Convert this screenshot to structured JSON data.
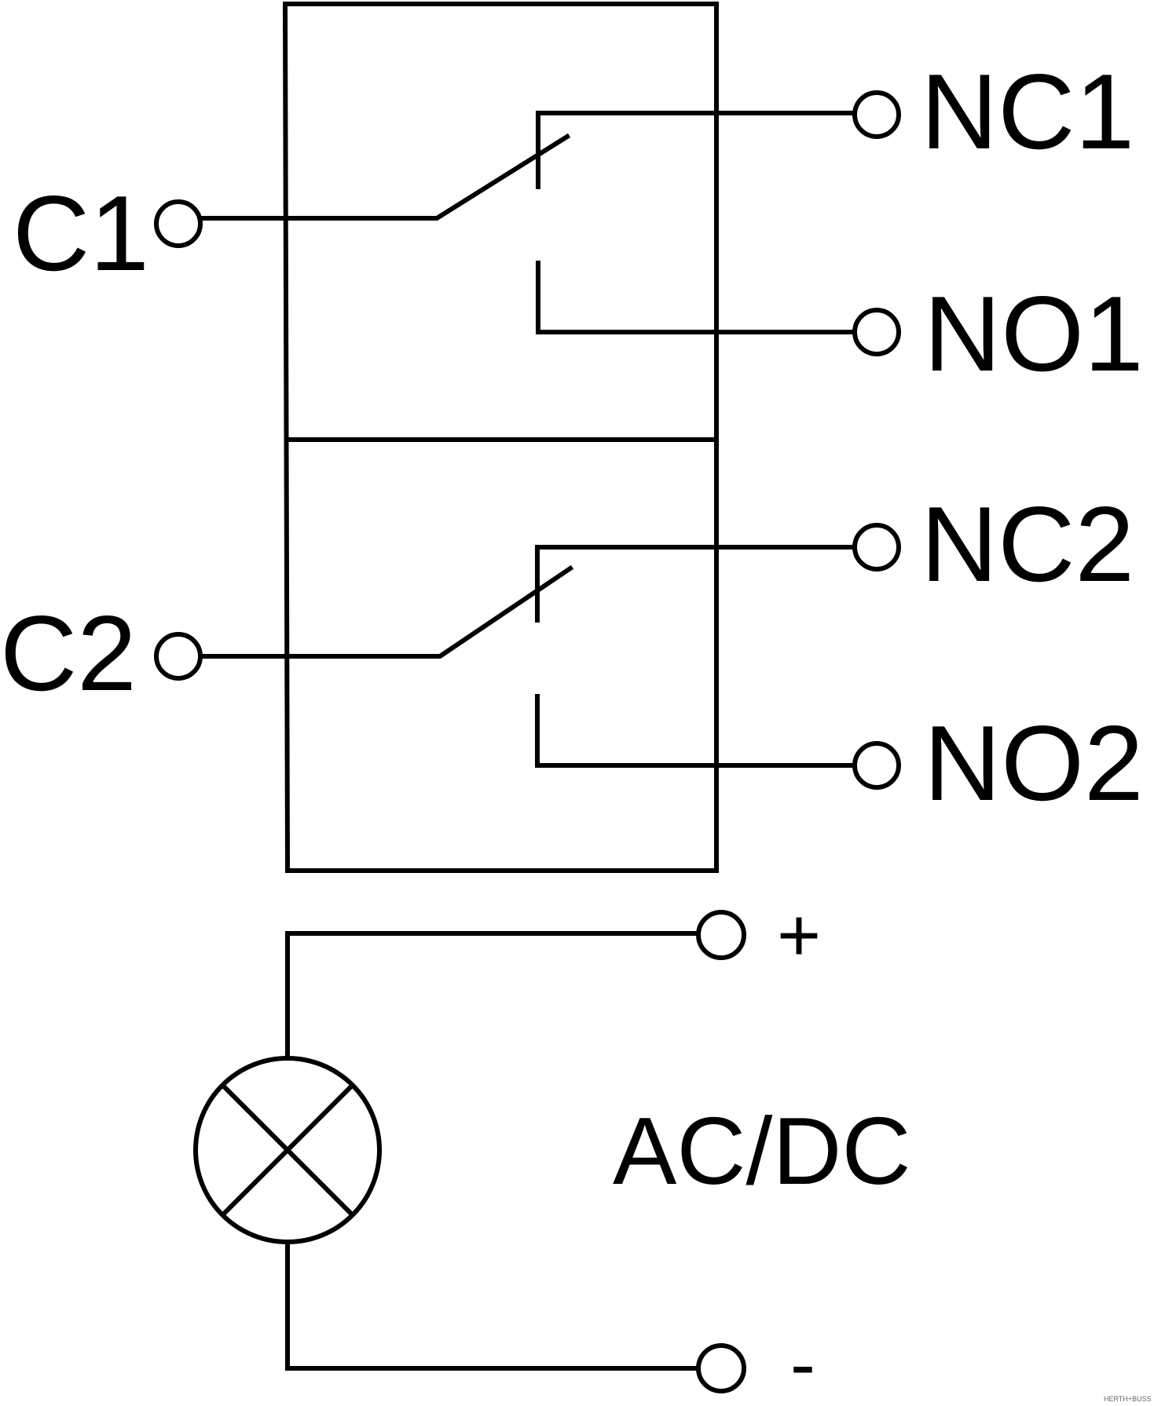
{
  "diagram": {
    "terminals": {
      "c1": "C1",
      "c2": "C2",
      "nc1": "NC1",
      "no1": "NO1",
      "nc2": "NC2",
      "no2": "NO2",
      "plus": "+",
      "minus": "-"
    },
    "supply_label": "AC/DC",
    "watermark": "HERTH+BUSS"
  }
}
